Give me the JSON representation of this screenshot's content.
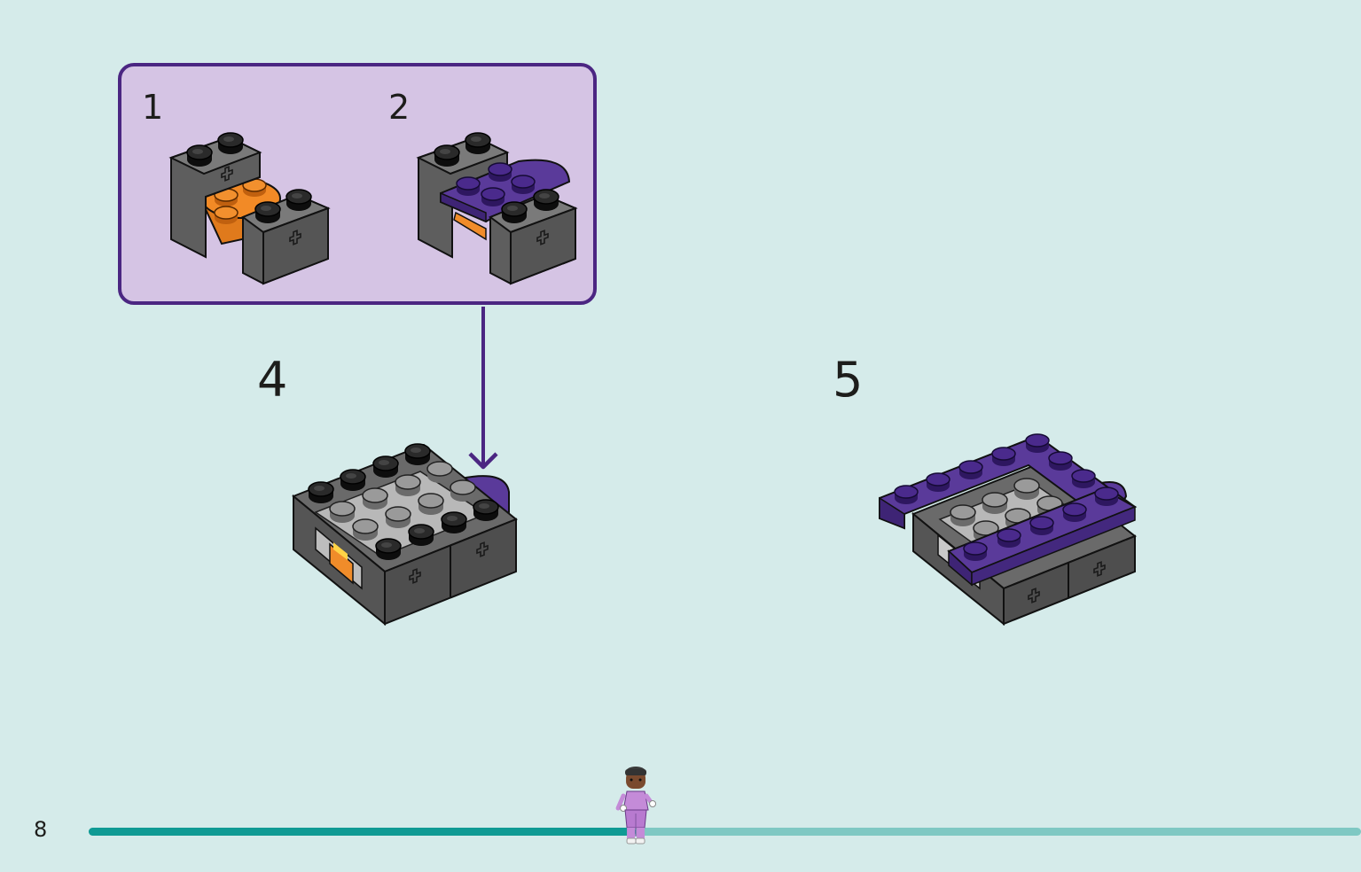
{
  "substeps": [
    {
      "number": "1"
    },
    {
      "number": "2"
    }
  ],
  "steps": [
    {
      "number": "4"
    },
    {
      "number": "5"
    }
  ],
  "page_number": "8",
  "progress": {
    "fraction": 0.43
  },
  "colors": {
    "background": "#d5ebea",
    "panel_fill": "#d5c4e4",
    "panel_border": "#4b2682",
    "brick_dark_grey": "#5e5e5e",
    "brick_black": "#1a1a1a",
    "brick_light_grey": "#a9a9a9",
    "brick_purple": "#5a3a9a",
    "brick_orange": "#f08c2a",
    "progress_filled": "#0f9a94",
    "progress_track": "#7fc8c3"
  },
  "icons": [
    "minifigure-icon",
    "arrow-down-icon"
  ]
}
